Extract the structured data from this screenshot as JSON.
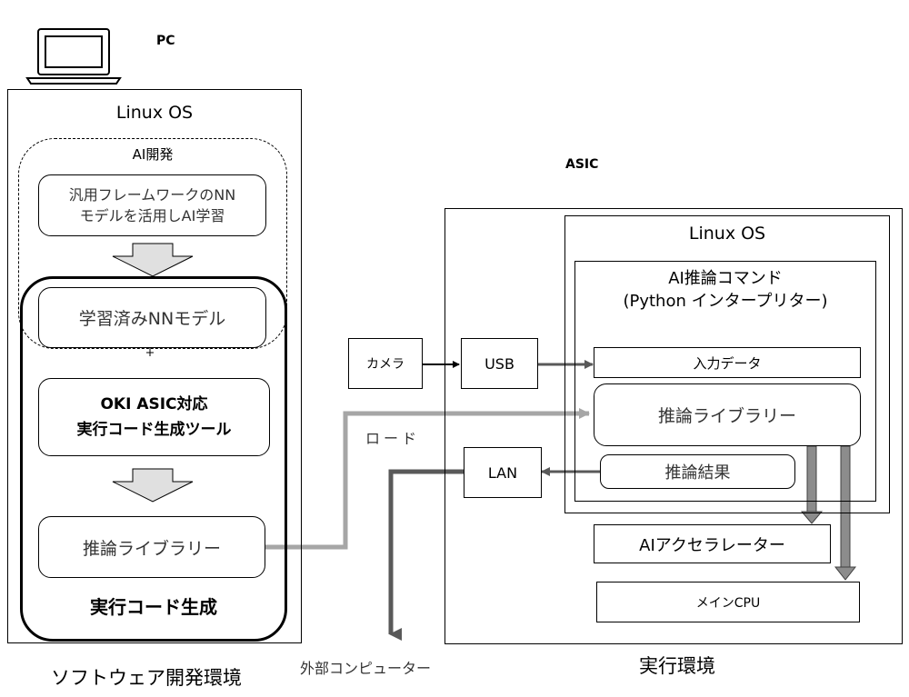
{
  "pc": {
    "label": "PC",
    "os": "Linux OS",
    "ai_dev": "AI開発",
    "framework_line1": "汎用フレームワークのNN",
    "framework_line2": "モデルを活用しAI学習",
    "trained_model": "学習済みNNモデル",
    "tool_line1": "OKI ASIC対応",
    "tool_line2": "実行コード生成ツール",
    "inference_library": "推論ライブラリー",
    "codegen": "実行コード生成",
    "environment": "ソフトウェア開発環境"
  },
  "asic": {
    "label": "ASIC",
    "os": "Linux OS",
    "command_line1": "AI推論コマンド",
    "command_line2": "(Python インタープリター)",
    "input_data": "入力データ",
    "inference_library": "推論ライブラリー",
    "inference_result": "推論結果",
    "accelerator": "AIアクセラレーター",
    "main_cpu": "メインCPU",
    "environment": "実行環境"
  },
  "io": {
    "camera": "カメラ",
    "usb": "USB",
    "lan": "LAN",
    "load": "ロード",
    "external_computer": "外部コンピューター"
  },
  "colors": {
    "load_arrow": "#a6a6a6",
    "flow_arrow": "#595959",
    "hollow_arrow_fill": "#e0e0e0"
  },
  "icons": [
    "laptop-icon"
  ]
}
